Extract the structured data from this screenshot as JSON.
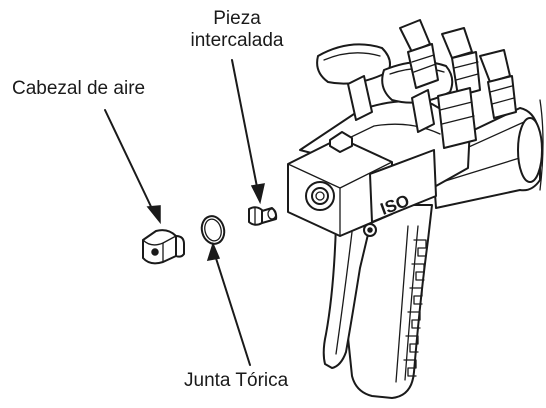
{
  "labels": {
    "pieza_line1": "Pieza",
    "pieza_line2": "intercalada",
    "cabezal": "Cabezal de aire",
    "junta": "Junta Tórica",
    "iso_mark": "ISO"
  },
  "icons": {
    "gun": "spray-gun-icon",
    "air_cap": "air-cap-icon",
    "o_ring": "o-ring-icon",
    "insert": "insert-piece-icon"
  },
  "colors": {
    "line": "#1a1a1a",
    "background": "#ffffff"
  }
}
